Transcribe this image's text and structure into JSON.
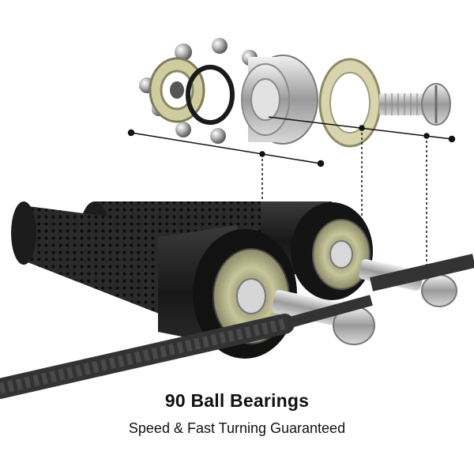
{
  "caption": {
    "headline": "90 Ball Bearings",
    "subline": "Speed & Fast Turning Guaranteed"
  },
  "colors": {
    "background": "#ffffff",
    "handle": "#1e1e1e",
    "bearing_brass": "#b9b88a",
    "steel": "#c8c8c8",
    "text": "#111111"
  },
  "icons": {
    "product": "jump-rope-handles",
    "exploded_parts": [
      "steel-ball",
      "bearing-race",
      "retainer-ring",
      "steel-housing",
      "brass-washer",
      "swivel-screw"
    ]
  }
}
